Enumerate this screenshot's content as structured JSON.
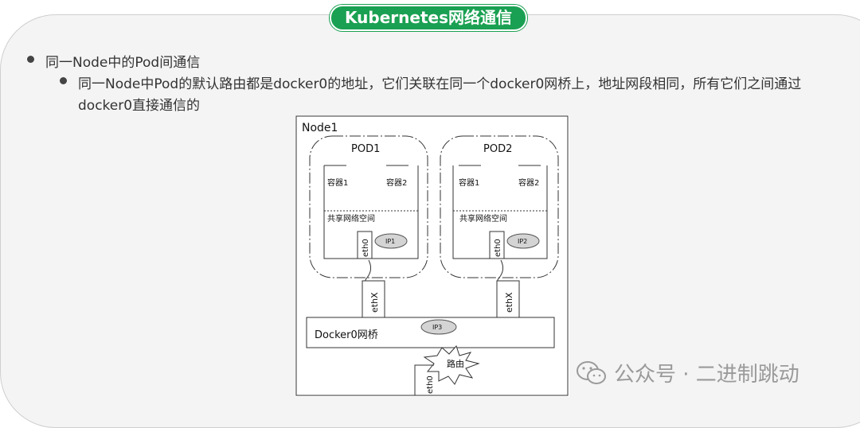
{
  "title": "Kubernetes网络通信",
  "bullet1": "同一Node中的Pod间通信",
  "bullet2": "同一Node中Pod的默认路由都是docker0的地址，它们关联在同一个docker0网桥上，地址网段相同，所有它们之间通过docker0直接通信的",
  "diagram": {
    "node_label": "Node1",
    "pod1": {
      "label": "POD1",
      "container1": "容器1",
      "container2": "容器2",
      "shared_ns": "共享网络空间",
      "eth": "eth0",
      "ip": "IP1"
    },
    "pod2": {
      "label": "POD2",
      "container1": "容器1",
      "container2": "容器2",
      "shared_ns": "共享网络空间",
      "eth": "eth0",
      "ip": "IP2"
    },
    "ethx1": "ethX",
    "ethx2": "ethX",
    "bridge_label": "Docker0网桥",
    "bridge_ip": "IP3",
    "router": "路由",
    "host_eth": "eth0"
  },
  "watermark": {
    "icon": "wechat-icon",
    "text": "公众号 · 二进制跳动"
  }
}
